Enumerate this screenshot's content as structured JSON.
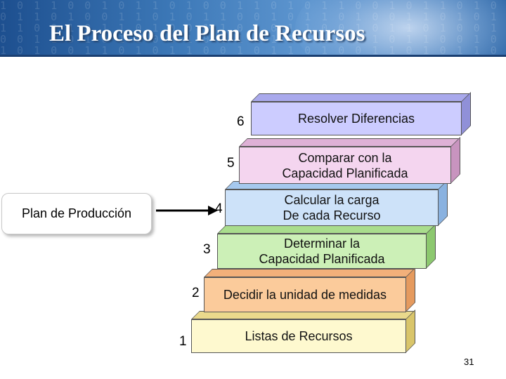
{
  "title": "El Proceso del Plan de Recursos",
  "input_box": {
    "label": "Plan de Producción"
  },
  "steps": [
    {
      "number": "1",
      "lines": [
        "Listas de Recursos"
      ],
      "front": "#fef9cf",
      "top": "#ead98c",
      "side": "#d9c56a"
    },
    {
      "number": "2",
      "lines": [
        "Decidir la unidad de medidas"
      ],
      "front": "#fbcb9b",
      "top": "#f2b07a",
      "side": "#e59a5e"
    },
    {
      "number": "3",
      "lines": [
        "Determinar la",
        "Capacidad Planificada"
      ],
      "front": "#ccf0b7",
      "top": "#a9dd8d",
      "side": "#8cc86f"
    },
    {
      "number": "4",
      "lines": [
        "Calcular la carga",
        "De cada Recurso"
      ],
      "front": "#cde2f9",
      "top": "#a5c8ee",
      "side": "#8ab2e0"
    },
    {
      "number": "5",
      "lines": [
        "Comparar con la",
        "Capacidad Planificada"
      ],
      "front": "#f4d5ef",
      "top": "#deb1d6",
      "side": "#c894bf"
    },
    {
      "number": "6",
      "lines": [
        "Resolver Diferencias"
      ],
      "front": "#ccccff",
      "top": "#a9a9ec",
      "side": "#9090d8"
    }
  ],
  "page_number": "31",
  "colors": {
    "header": "#2f68a8",
    "arrow": "#000000"
  }
}
